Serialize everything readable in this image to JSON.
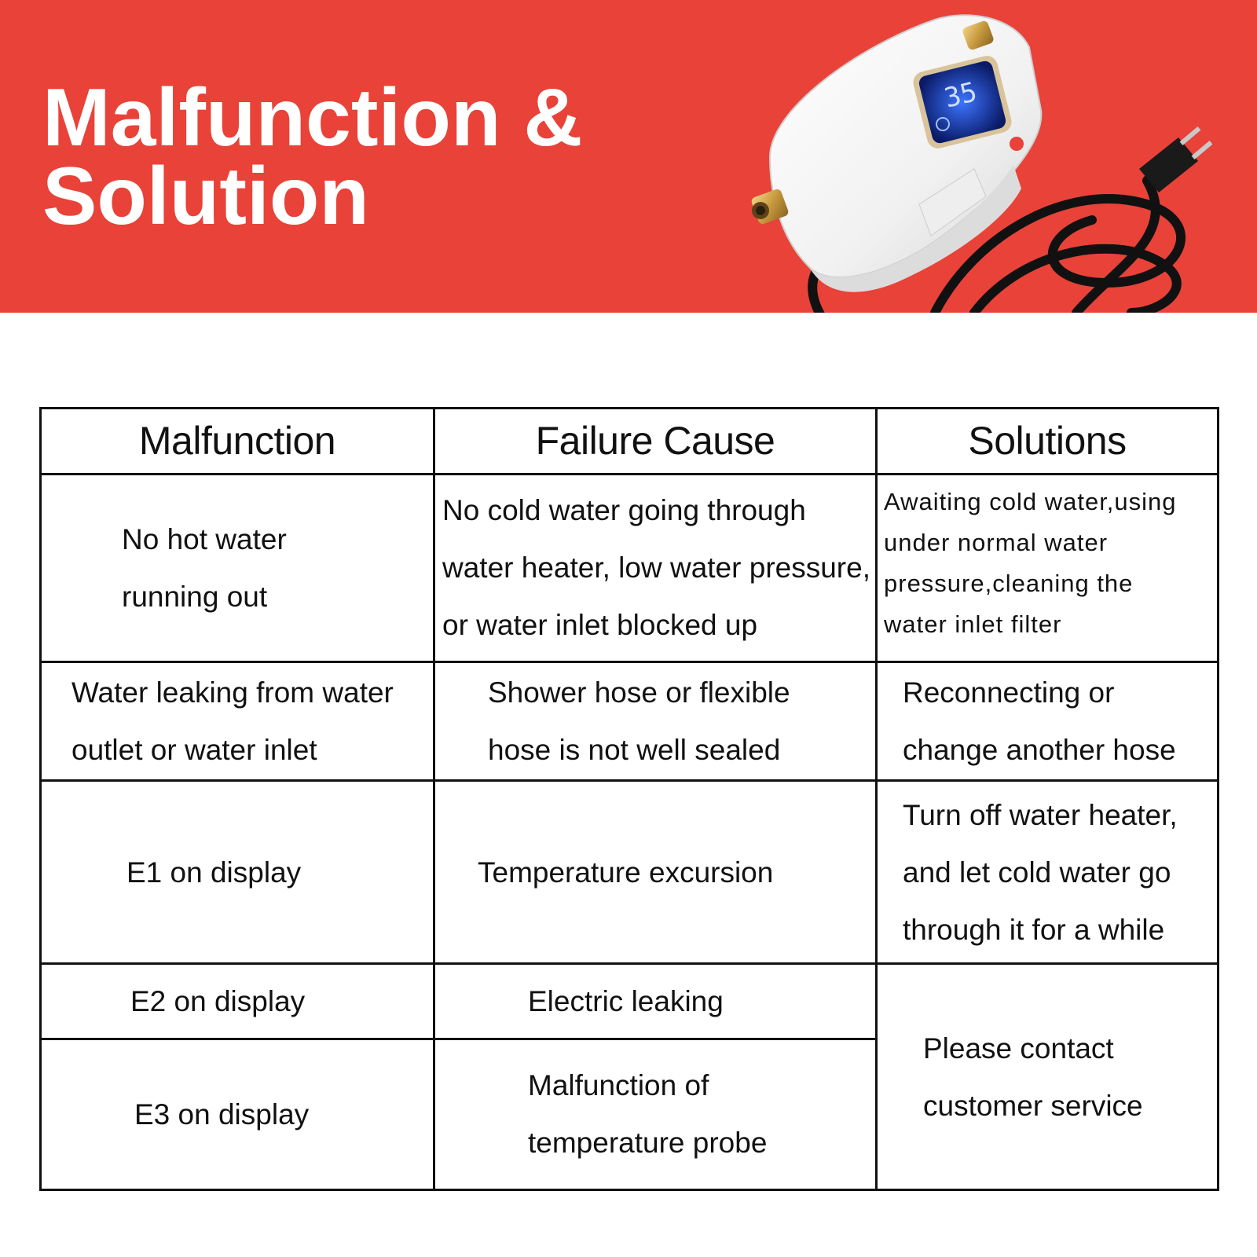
{
  "banner": {
    "title_line1": "Malfunction &",
    "title_line2": "Solution",
    "background_color": "#e84239",
    "product_display_value": "35"
  },
  "table": {
    "headers": [
      "Malfunction",
      "Failure Cause",
      "Solutions"
    ],
    "rows": [
      {
        "malfunction": [
          "No hot water",
          "running out"
        ],
        "cause": [
          "No cold water going through",
          "water heater, low water pressure,",
          "or water inlet blocked up"
        ],
        "solution": [
          "Awaiting cold water,using",
          "under normal water",
          "pressure,cleaning the",
          "water inlet filter"
        ]
      },
      {
        "malfunction": [
          "Water leaking from water",
          "outlet or water inlet"
        ],
        "cause": [
          "Shower hose or flexible",
          "hose is not well sealed"
        ],
        "solution": [
          "Reconnecting or",
          "change another hose"
        ]
      },
      {
        "malfunction": [
          "E1 on display"
        ],
        "cause": [
          "Temperature excursion"
        ],
        "solution": [
          "Turn off water heater,",
          "and let cold water go",
          "through it for a while"
        ]
      },
      {
        "malfunction": [
          "E2 on display"
        ],
        "cause": [
          "Electric leaking"
        ],
        "solution": [
          "Please contact",
          "customer service"
        ]
      },
      {
        "malfunction": [
          "E3 on display"
        ],
        "cause": [
          "Malfunction of",
          "temperature probe"
        ]
      }
    ]
  }
}
